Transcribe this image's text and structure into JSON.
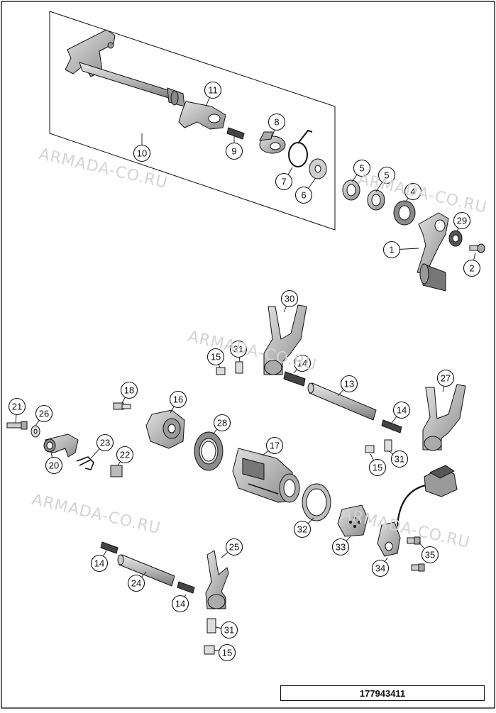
{
  "diagram_code": "177943411",
  "watermarks": [
    "ARMADA-CO.RU",
    "ARMADA-CO.RU",
    "ARMADA-CO.RU",
    "ARMADA-CO.RU",
    "ARMADA-CO.RU"
  ],
  "callouts": [
    "10",
    "11",
    "8",
    "9",
    "7",
    "6",
    "5",
    "5",
    "4",
    "29",
    "1",
    "2",
    "30",
    "15",
    "31",
    "14",
    "13",
    "27",
    "14",
    "31",
    "15",
    "18",
    "16",
    "21",
    "26",
    "28",
    "17",
    "23",
    "22",
    "20",
    "32",
    "33",
    "34",
    "35",
    "25",
    "14",
    "24",
    "14",
    "31",
    "15"
  ],
  "colors": {
    "line": "#111111",
    "part_fill": "#b4b4b4",
    "part_dark": "#8a8a8a",
    "watermark": "#d4d4d4"
  }
}
